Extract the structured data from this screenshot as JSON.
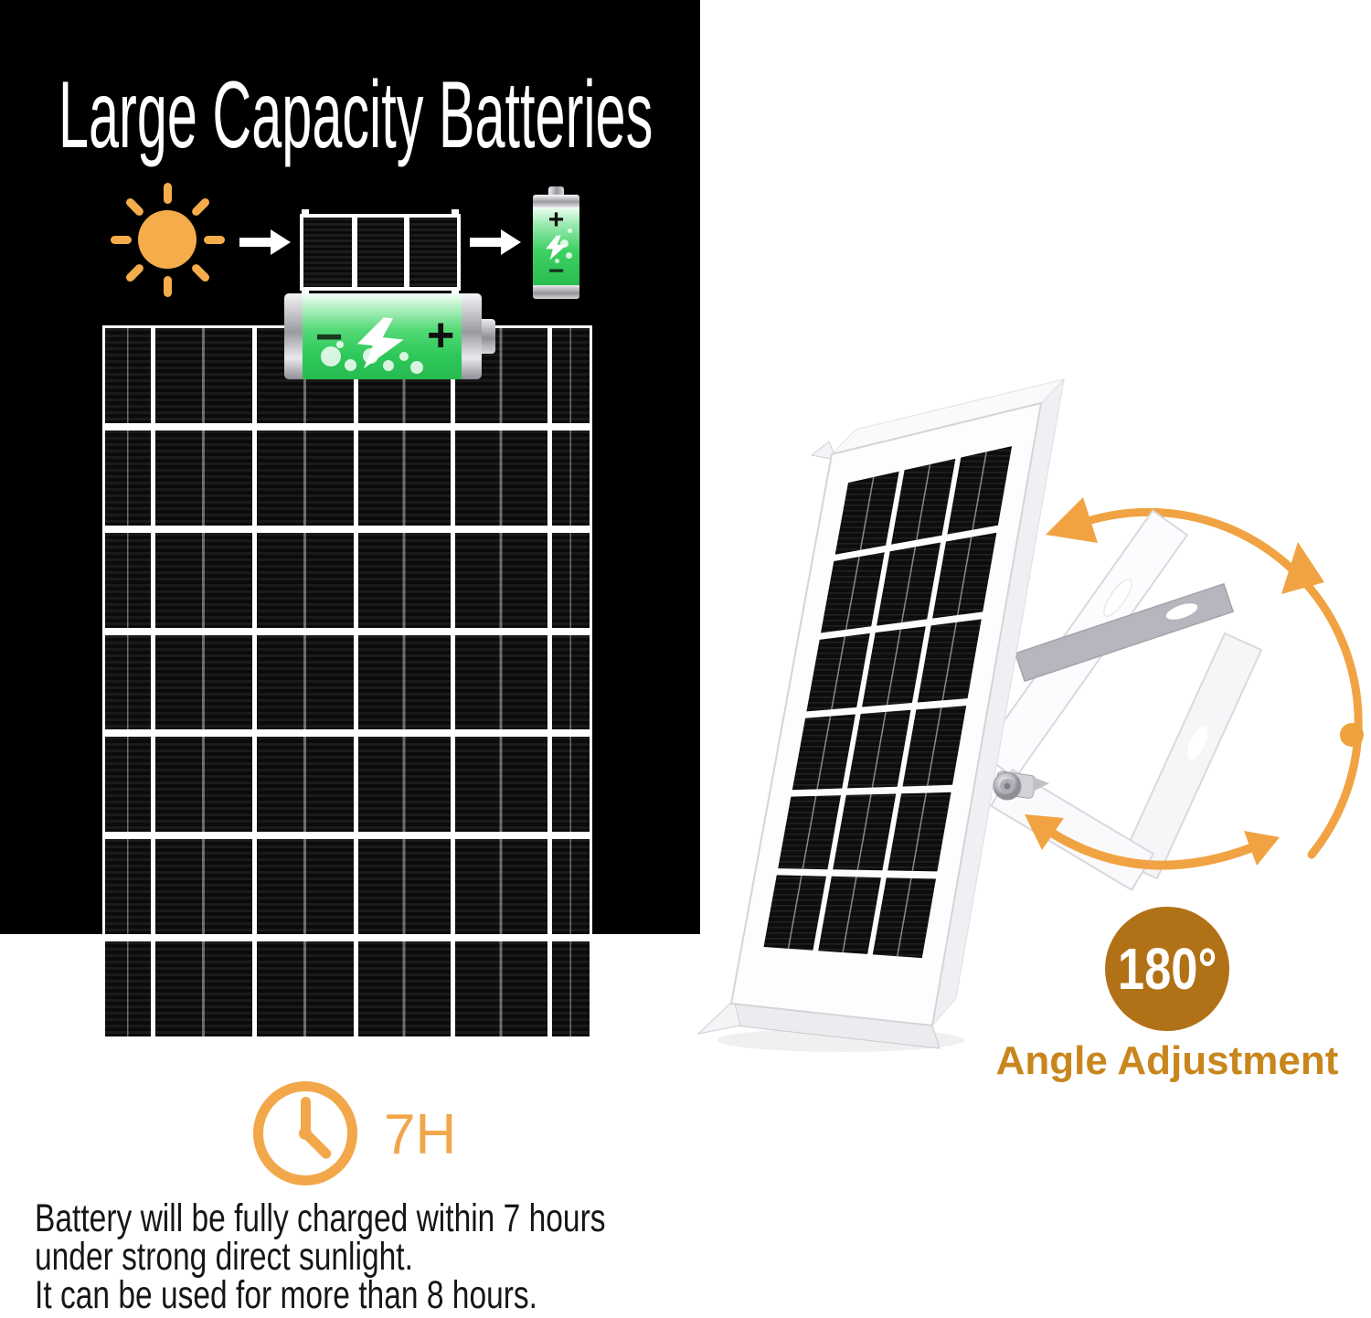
{
  "hero": {
    "title": "Large Capacity Batteries"
  },
  "battery": {
    "plus": "+",
    "minus": "−"
  },
  "rotation": {
    "badge": "180°",
    "label": "Angle Adjustment"
  },
  "charge": {
    "duration": "7H"
  },
  "caption": {
    "lines": [
      "Battery will be fully charged within 7 hours",
      "under strong direct sunlight.",
      "It can be used for more than 8 hours."
    ]
  },
  "icons": [
    "sun-icon",
    "right-arrow-icon",
    "solar-panel-icon",
    "battery-icon",
    "lightning-icon",
    "clock-icon",
    "rotation-arc-icon"
  ],
  "colors": {
    "backdrop": "#000000",
    "accent_orange": "#F2A545",
    "badge_background": "#B17117",
    "angle_label": "#C8861D",
    "battery_green": "#2EC457",
    "title": "#FFFFFF"
  }
}
